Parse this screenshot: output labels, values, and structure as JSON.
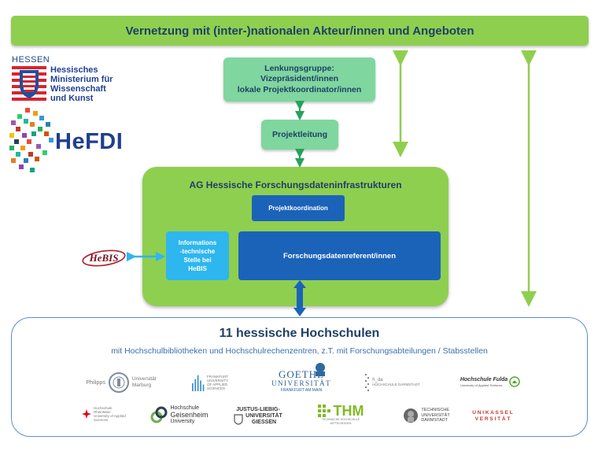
{
  "banner": {
    "title": "Vernetzung mit (inter-)nationalen Akteur/innen und Angeboten"
  },
  "hessen": {
    "word": "HESSEN",
    "ministry": "Hessisches\nMinisterium für\nWissenschaft\nund Kunst"
  },
  "hefdi": {
    "name": "HeFDI"
  },
  "lenkung": {
    "line1": "Lenkungsgruppe:",
    "line2": "Vizepräsident/innen",
    "line3": "lokale Projektkoordinator/innen"
  },
  "projektleitung": {
    "label": "Projektleitung"
  },
  "ag": {
    "title": "AG Hessische Forschungsdateninfrastrukturen",
    "projektkoordination": "Projektkoordination",
    "it_line1": "Informations",
    "it_line2": "-technische",
    "it_line3": "Stelle bei",
    "it_line4": "HeBIS",
    "referent": "Forschungsdatenreferent/innen"
  },
  "hebis": {
    "name": "HeBIS"
  },
  "universities": {
    "title": "11 hessische Hochschulen",
    "subtitle": "mit Hochschulbibliotheken  und Hochschulrechenzentren, z.T. mit Forschungsabteilungen  / Stabsstellen",
    "marburg_left": "Philipps",
    "marburg_right1": "Universität",
    "marburg_right2": "Marburg",
    "frankfurt_uas1": "FRANKFURT",
    "frankfurt_uas2": "UNIVERSITY",
    "frankfurt_uas3": "OF APPLIED SCIENCES",
    "goethe1": "GOETHE",
    "goethe2": "UNIVERSITÄT",
    "goethe3": "FRANKFURT AM MAIN",
    "hda_title": "h_da",
    "hda_sub": "HOCHSCHULE DARMSTADT",
    "fulda1": "Hochschule Fulda",
    "fulda2": "University of Applied Sciences",
    "rheinmain1": "Hochschule RheinMain",
    "rheinmain2": "University of Applied Sciences",
    "geisenheim1": "Hochschule",
    "geisenheim2": "Geisenheim",
    "geisenheim3": "University",
    "giessen1": "JUSTUS-LIEBIG-",
    "giessen2": "UNIVERSITÄT",
    "giessen3": "GIESSEN",
    "thm": "THM",
    "thm_sub": "TECHNISCHE HOCHSCHULE MITTELHESSEN",
    "tud1": "TECHNISCHE",
    "tud2": "UNIVERSITÄT",
    "tud3": "DARMSTADT",
    "kassel1": "U N I K A S S E L",
    "kassel2": "V E R S I T Ä T"
  },
  "colors": {
    "green_light": "#8fcf50",
    "mint": "#7fd69f",
    "blue_dark": "#1b63b8",
    "blue_light": "#2eb6ee",
    "text_navy": "#1f3f66"
  }
}
